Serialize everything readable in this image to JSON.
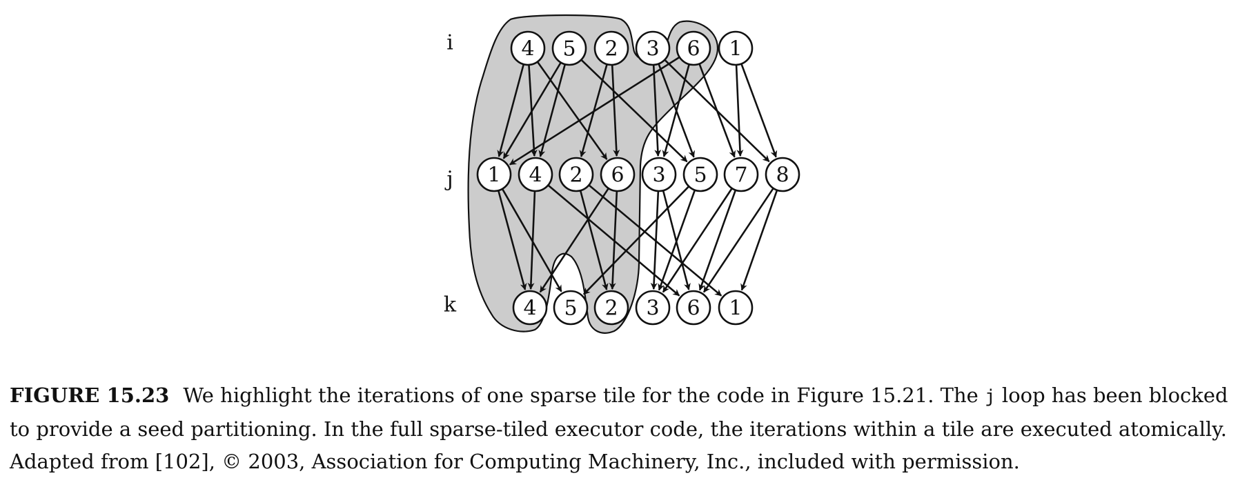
{
  "diagram": {
    "rows": [
      {
        "label": "i",
        "nodes": [
          "4",
          "5",
          "2",
          "3",
          "6",
          "1"
        ]
      },
      {
        "label": "j",
        "nodes": [
          "1",
          "4",
          "2",
          "6",
          "3",
          "5",
          "7",
          "8"
        ]
      },
      {
        "label": "k",
        "nodes": [
          "4",
          "5",
          "2",
          "3",
          "6",
          "1"
        ]
      }
    ],
    "edges": {
      "i_to_j": [
        [
          0,
          0
        ],
        [
          0,
          1
        ],
        [
          1,
          0
        ],
        [
          1,
          1
        ],
        [
          2,
          2
        ],
        [
          2,
          3
        ],
        [
          1,
          5
        ],
        [
          0,
          3
        ],
        [
          3,
          4
        ],
        [
          3,
          5
        ],
        [
          4,
          0
        ],
        [
          4,
          4
        ],
        [
          4,
          6
        ],
        [
          5,
          6
        ],
        [
          5,
          7
        ],
        [
          3,
          7
        ]
      ],
      "j_to_k": [
        [
          0,
          0
        ],
        [
          0,
          1
        ],
        [
          1,
          0
        ],
        [
          1,
          4
        ],
        [
          2,
          2
        ],
        [
          3,
          2
        ],
        [
          3,
          0
        ],
        [
          2,
          5
        ],
        [
          4,
          3
        ],
        [
          4,
          4
        ],
        [
          5,
          3
        ],
        [
          5,
          1
        ],
        [
          6,
          3
        ],
        [
          6,
          4
        ],
        [
          7,
          4
        ],
        [
          7,
          5
        ]
      ]
    }
  },
  "caption": {
    "label": "FIGURE 15.23",
    "text_before_code": "We highlight the iterations of one sparse tile for the code in Figure 15.21. The ",
    "code": "j",
    "text_after_code": " loop has been blocked to provide a seed partitioning. In the full sparse-tiled executor code, the iterations within a tile are executed atomically. Adapted from [102], © 2003, Association for Computing Machinery, Inc., included with permission."
  }
}
